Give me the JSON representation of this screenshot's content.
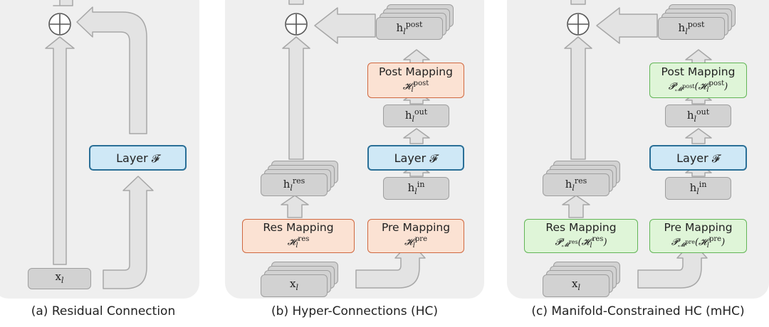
{
  "captions": {
    "a": "(a) Residual Connection",
    "b": "(b) Hyper-Connections (HC)",
    "c": "(c) Manifold-Constrained HC (mHC)"
  },
  "nodes": {
    "x": "x",
    "x_sub": "l",
    "h": "h",
    "h_sub": "l",
    "res": "res",
    "in": "in",
    "out": "out",
    "post": "post",
    "pre": "pre",
    "layer": "Layer ",
    "layer_sym": "𝓕",
    "res_mapping": "Res Mapping",
    "pre_mapping": "Pre Mapping",
    "post_mapping": "Post Mapping",
    "H": "𝓗",
    "P": "𝓟",
    "M": "𝓜"
  },
  "colors": {
    "panel_bg": "#efefef",
    "arrow_fill": "#e3e3e3",
    "arrow_stroke": "#a7a7a7",
    "layer_fill": "#cfe8f6",
    "hc_mapping_fill": "#fbe2d3",
    "mhc_mapping_fill": "#dff5d8"
  },
  "icons": [
    "plus-circle-icon",
    "up-arrow-icon",
    "left-arrow-icon",
    "curved-arrow-icon"
  ]
}
